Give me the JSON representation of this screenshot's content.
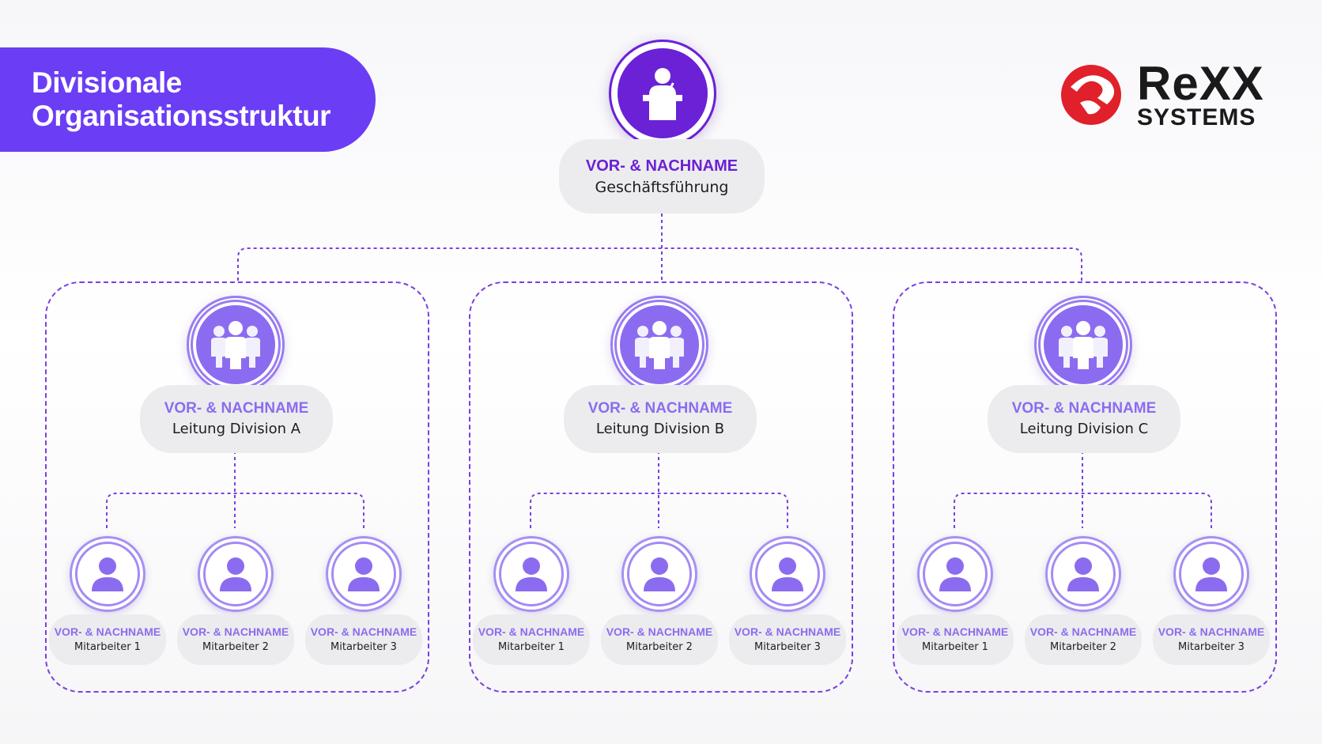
{
  "title": {
    "line1": "Divisionale",
    "line2": "Organisationsstruktur"
  },
  "logo": {
    "name_top": "ReXX",
    "name_bottom": "SYSTEMS",
    "brand_color": "#e0202a",
    "icon": "rexx-logo-icon"
  },
  "colors": {
    "accent": "#6b3df5",
    "ceo_purple": "#6b21d6",
    "lead_purple": "#8b6cf0",
    "pill_bg": "#ececee",
    "line": "#7a3fe0"
  },
  "ceo": {
    "name": "VOR- & NACHNAME",
    "role": "Geschäftsführung",
    "icon": "speaker-podium-icon"
  },
  "divisions": [
    {
      "lead": {
        "name": "VOR- & NACHNAME",
        "role": "Leitung Division A",
        "icon": "group-icon"
      },
      "employees": [
        {
          "name": "VOR- & NACHNAME",
          "role": "Mitarbeiter 1",
          "icon": "person-icon"
        },
        {
          "name": "VOR- & NACHNAME",
          "role": "Mitarbeiter 2",
          "icon": "person-icon"
        },
        {
          "name": "VOR- & NACHNAME",
          "role": "Mitarbeiter 3",
          "icon": "person-icon"
        }
      ]
    },
    {
      "lead": {
        "name": "VOR- & NACHNAME",
        "role": "Leitung Division B",
        "icon": "group-icon"
      },
      "employees": [
        {
          "name": "VOR- & NACHNAME",
          "role": "Mitarbeiter 1",
          "icon": "person-icon"
        },
        {
          "name": "VOR- & NACHNAME",
          "role": "Mitarbeiter 2",
          "icon": "person-icon"
        },
        {
          "name": "VOR- & NACHNAME",
          "role": "Mitarbeiter 3",
          "icon": "person-icon"
        }
      ]
    },
    {
      "lead": {
        "name": "VOR- & NACHNAME",
        "role": "Leitung Division C",
        "icon": "group-icon"
      },
      "employees": [
        {
          "name": "VOR- & NACHNAME",
          "role": "Mitarbeiter 1",
          "icon": "person-icon"
        },
        {
          "name": "VOR- & NACHNAME",
          "role": "Mitarbeiter 2",
          "icon": "person-icon"
        },
        {
          "name": "VOR- & NACHNAME",
          "role": "Mitarbeiter 3",
          "icon": "person-icon"
        }
      ]
    }
  ]
}
